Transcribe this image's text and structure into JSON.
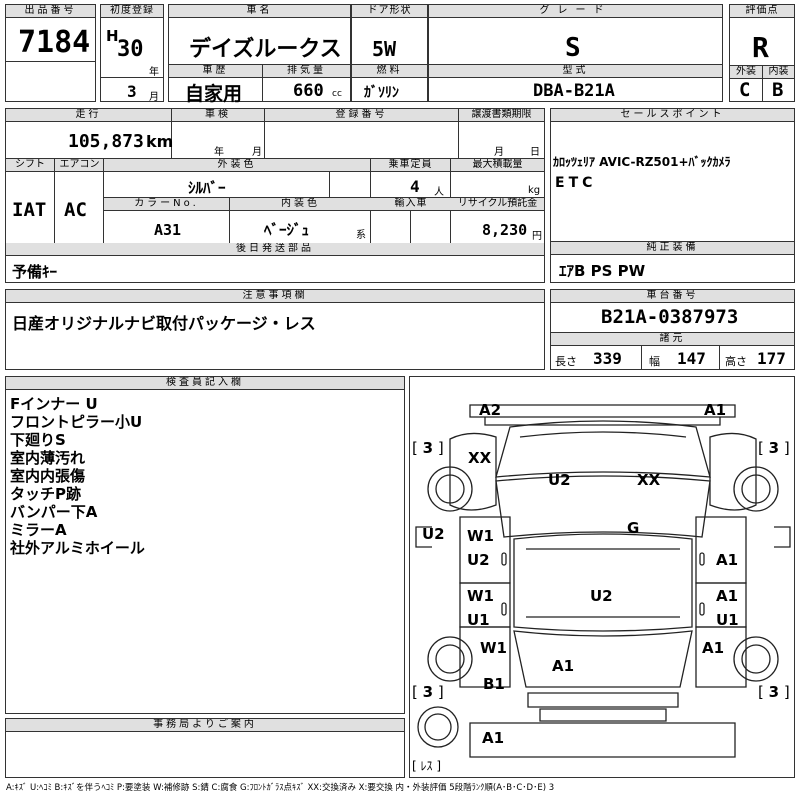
{
  "header": {
    "lot_label": "出品番号",
    "lot_no": "7184",
    "first_reg_label": "初度登録",
    "era": "H",
    "year": "30",
    "year_unit": "年",
    "month": "3",
    "month_unit": "月",
    "car_name_label": "車名",
    "car_name": "デイズルークス",
    "history_label": "車歴",
    "history": "自家用",
    "displacement_label": "排気量",
    "displacement": "660",
    "displacement_unit": "cc",
    "door_label": "ドア形状",
    "door": "5W",
    "fuel_label": "燃料",
    "fuel": "ｶﾞｿﾘﾝ",
    "grade_label": "グレード",
    "grade": "S",
    "model_label": "型式",
    "model": "DBA-B21A",
    "score_label": "評価点",
    "score": "R",
    "ext_label": "外装",
    "ext": "C",
    "int_label": "内装",
    "int": "B"
  },
  "specs": {
    "mileage_label": "走行",
    "mileage": "105,873",
    "mileage_unit": "km",
    "inspection_label": "車検",
    "year_unit": "年",
    "month_unit": "月",
    "reg_no_label": "登録番号",
    "transfer_label": "譲渡書類期限",
    "transfer_month": "月",
    "transfer_day": "日",
    "shift_label": "シフト",
    "shift": "IAT",
    "ac_label": "エアコン",
    "ac": "AC",
    "color_label": "外装色",
    "color": "ｼﾙﾊﾞｰ",
    "capacity_label": "乗車定員",
    "capacity": "4",
    "capacity_unit": "人",
    "load_label": "最大積載量",
    "load_unit": "kg",
    "color_no_label": "カラーNo.",
    "color_no": "A31",
    "interior_label": "内装色",
    "interior": "ﾍﾞｰｼﾞｭ",
    "interior_unit": "系",
    "import_label": "輸入車",
    "recycle_label": "リサイクル預託金",
    "recycle": "8,230",
    "recycle_unit": "円"
  },
  "sales": {
    "label": "セールスポイント",
    "line1": "ｶﾛｯﾂｪﾘｱ AVIC-RZ501+ﾊﾞｯｸｶﾒﾗ",
    "line2": "ETC"
  },
  "later": {
    "label": "後日発送部品",
    "text": "予備ｷｰ"
  },
  "equip": {
    "label": "純正装備",
    "text": "ｴｱB PS PW"
  },
  "notes": {
    "label": "注意事項欄",
    "text": "日産オリジナルナビ取付パッケージ・レス"
  },
  "chassis": {
    "label": "車台番号",
    "number": "B21A-0387973",
    "dims_label": "諸元",
    "len_label": "長さ",
    "len": "339",
    "wid_label": "幅",
    "wid": "147",
    "hei_label": "高さ",
    "hei": "177"
  },
  "inspector": {
    "label": "検査員記入欄",
    "lines": [
      "Fインナー U",
      "フロントピラー小U",
      "下廻りS",
      "室内薄汚れ",
      "室内内張傷",
      "タッチP跡",
      "バンパー下A",
      "ミラーA",
      "社外アルミホイール"
    ]
  },
  "office": {
    "label": "事務局よりご案内"
  },
  "diagram": {
    "marks": {
      "front_left": "A2",
      "front_right": "A1",
      "tire_fl": "3",
      "tire_fr": "3",
      "tire_rl": "3",
      "tire_rr": "3",
      "fender_l": "XX",
      "hood_l": "U2",
      "hood_r": "XX",
      "windshield": "G",
      "side_left": "U2",
      "door_fl1": "W1",
      "door_fl2": "U2",
      "door_fr": "A1",
      "door_rl1": "W1",
      "door_rl2": "U1",
      "door_rr1": "A1",
      "door_rr2": "U1",
      "roof": "U2",
      "quarter_l": "W1",
      "quarter_r": "A1",
      "rear_glass": "A1",
      "rear_l": "B1",
      "spare_label": "ﾚｽ",
      "rear_bumper": "A1"
    }
  },
  "footer": {
    "legend": "A:ｷｽﾞ U:ﾍｺﾐ B:ｷｽﾞを伴うﾍｺﾐ P:要塗装 W:補修跡 S:錆 C:腐食 G:ﾌﾛﾝﾄｶﾞﾗｽ点ｷｽﾞ XX:交換済み X:要交換 内・外装評価 5段階ﾗﾝｸ順(A･B･C･D･E) 3"
  }
}
